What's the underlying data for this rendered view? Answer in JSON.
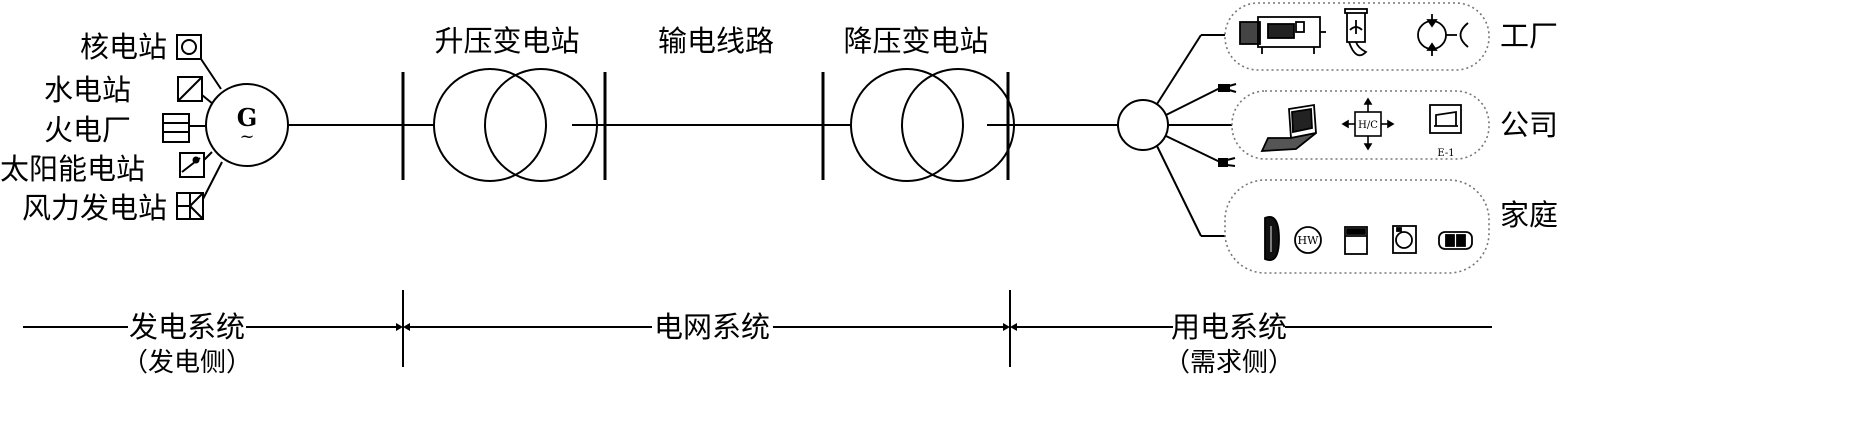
{
  "sources": [
    "核电站",
    "水电站",
    "火电厂",
    "太阳能电站",
    "风力发电站"
  ],
  "generator_symbol": "G",
  "generator_wave": "~",
  "grid_labels": {
    "step_up": "升压变电站",
    "transmission": "输电线路",
    "step_down": "降压变电站"
  },
  "consumers": {
    "factory": "工厂",
    "company": "公司",
    "home": "家庭"
  },
  "device_text": {
    "hc": "H/C",
    "e1": "E-1",
    "hw": "HW"
  },
  "sections": {
    "generation": "发电系统",
    "generation_sub": "（发电侧）",
    "grid": "电网系统",
    "usage": "用电系统",
    "usage_sub": "（需求侧）"
  }
}
